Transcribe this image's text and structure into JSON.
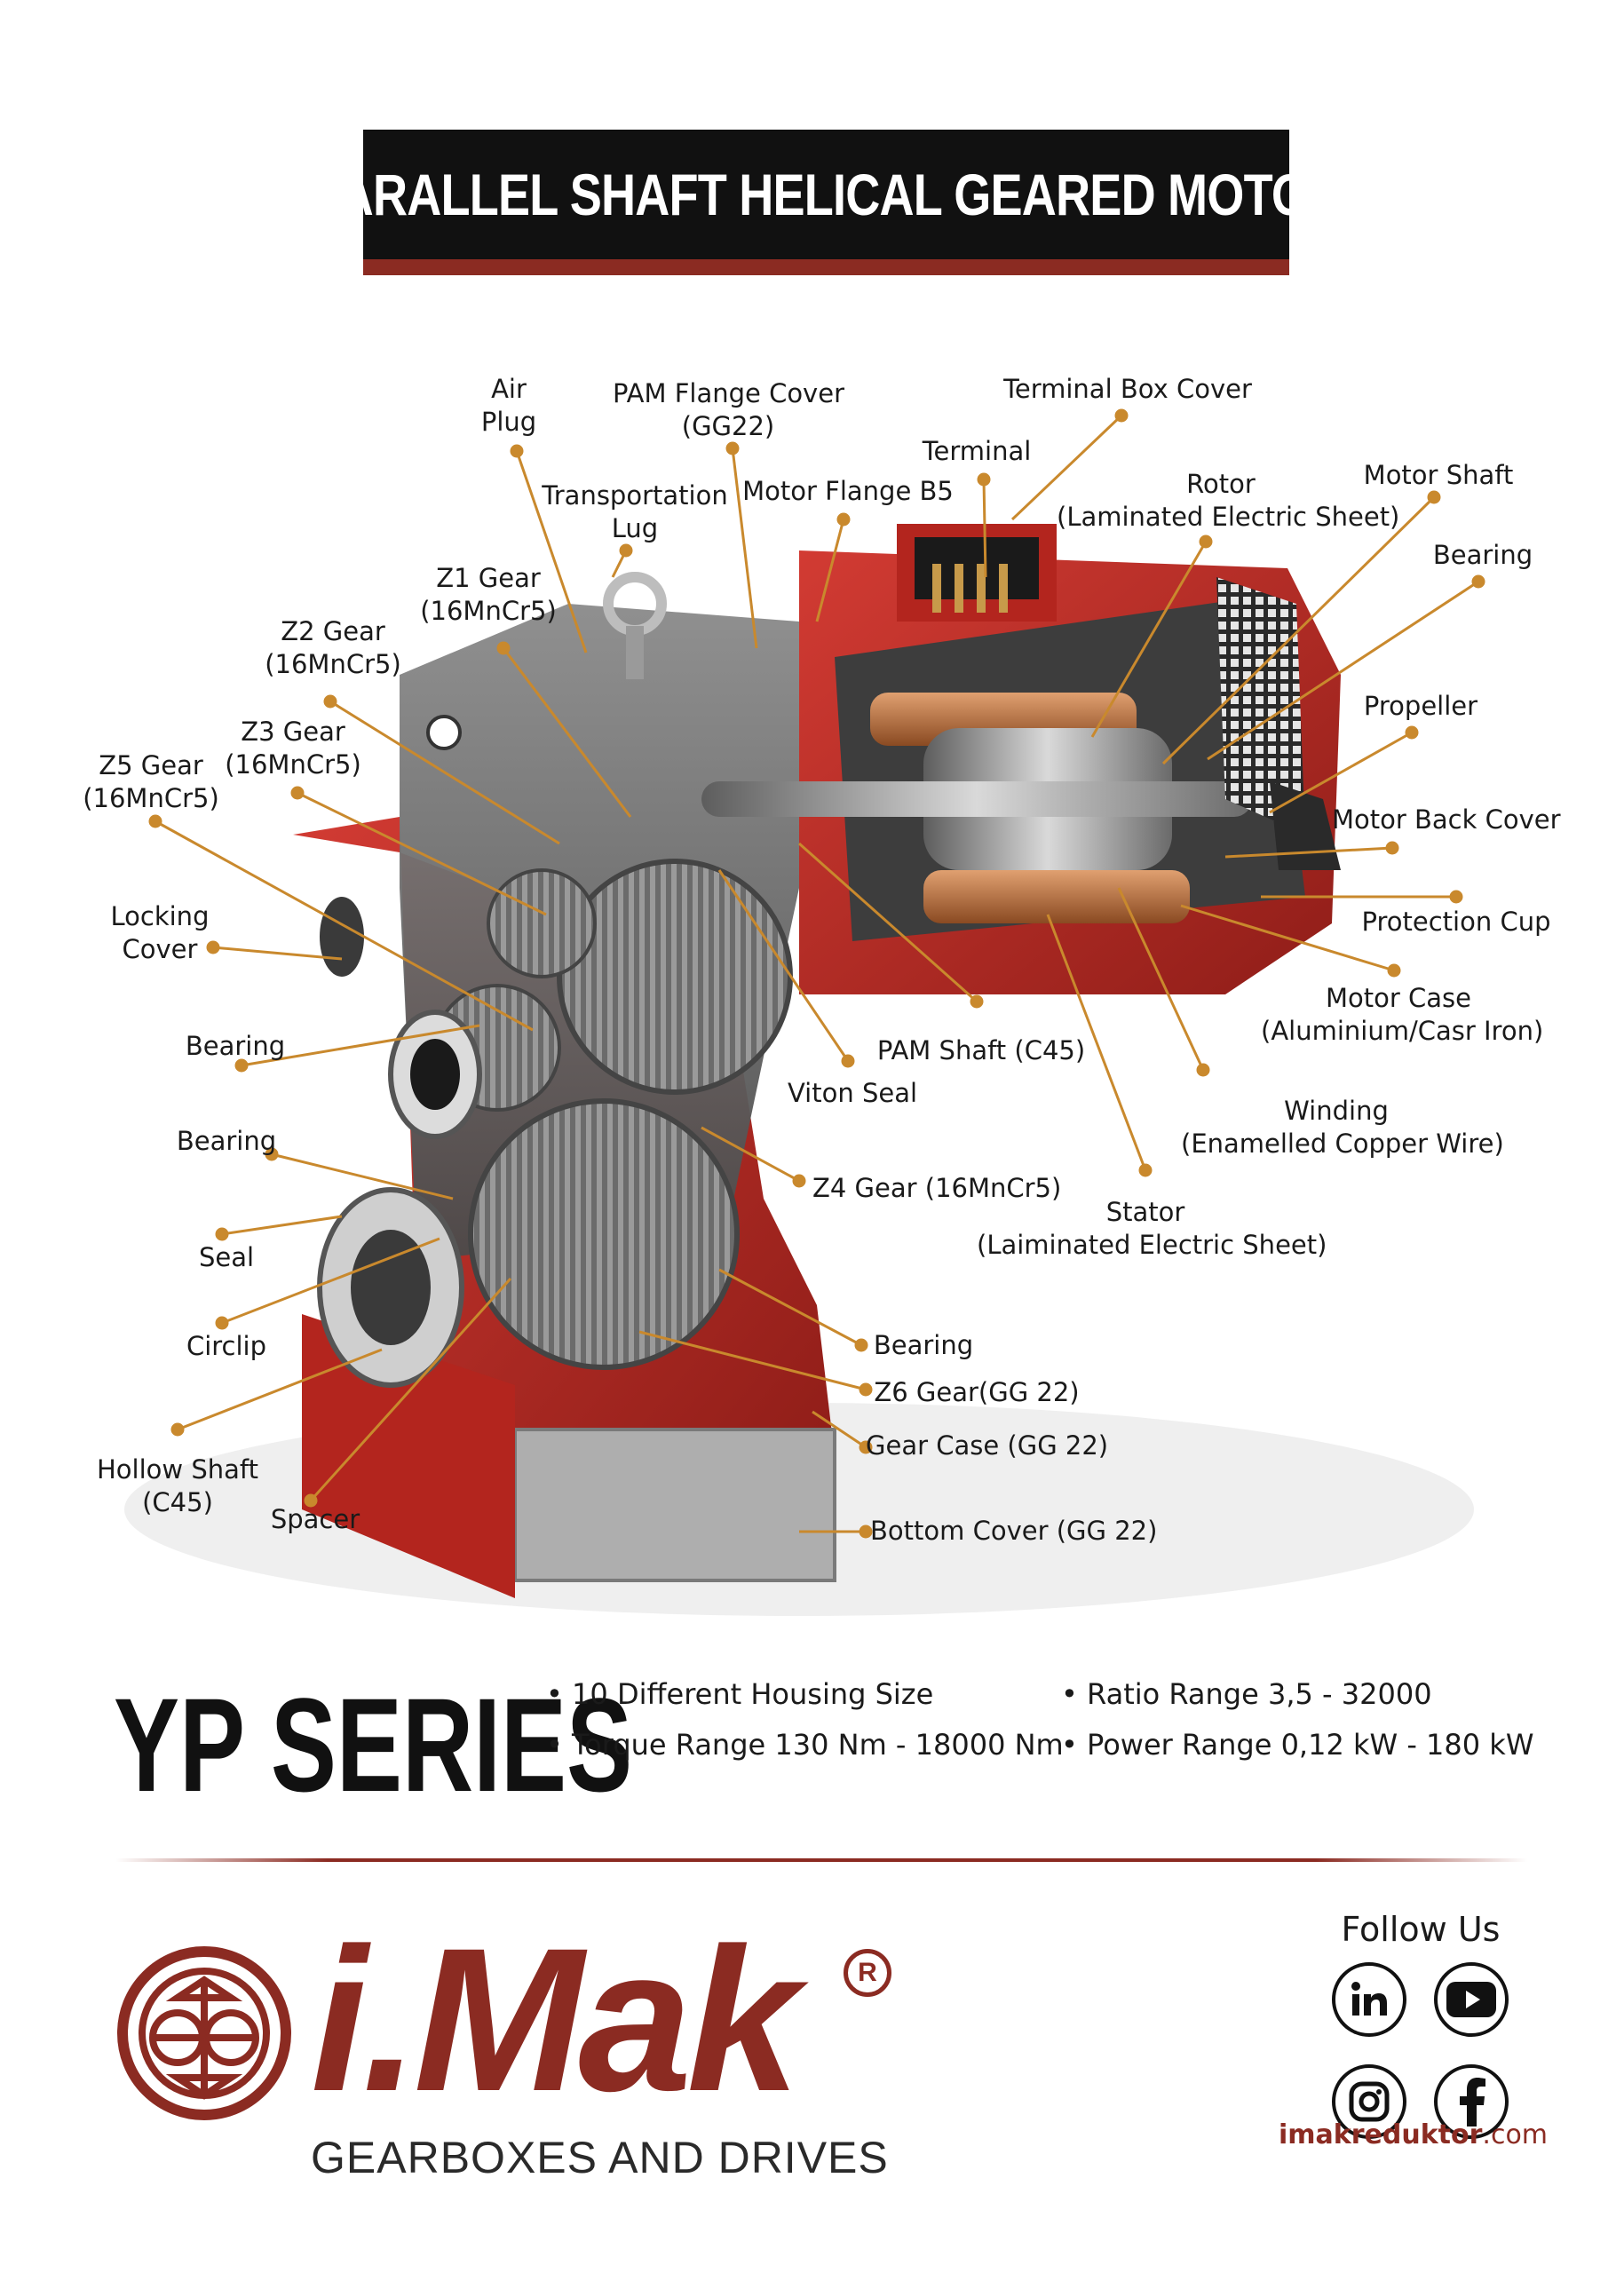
{
  "title": "PARALLEL SHAFT HELICAL GEARED MOTOR",
  "labels": [
    {
      "id": "air-plug",
      "lines": [
        "Air",
        "Plug"
      ]
    },
    {
      "id": "pam-flange-cover",
      "lines": [
        "PAM Flange Cover",
        "(GG22)"
      ]
    },
    {
      "id": "terminal-box-cover",
      "lines": [
        "Terminal Box Cover"
      ]
    },
    {
      "id": "terminal",
      "lines": [
        "Terminal"
      ]
    },
    {
      "id": "transportation-lug",
      "lines": [
        "Transportation",
        "Lug"
      ]
    },
    {
      "id": "motor-flange-b5",
      "lines": [
        "Motor Flange B5"
      ]
    },
    {
      "id": "rotor",
      "lines": [
        "Rotor",
        "(Laminated Electric Sheet)"
      ]
    },
    {
      "id": "motor-shaft",
      "lines": [
        "Motor Shaft"
      ]
    },
    {
      "id": "bearing-motor",
      "lines": [
        "Bearing"
      ]
    },
    {
      "id": "z1-gear",
      "lines": [
        "Z1 Gear",
        "(16MnCr5)"
      ]
    },
    {
      "id": "z2-gear",
      "lines": [
        "Z2 Gear",
        "(16MnCr5)"
      ]
    },
    {
      "id": "z3-gear",
      "lines": [
        "Z3 Gear",
        "(16MnCr5)"
      ]
    },
    {
      "id": "z5-gear",
      "lines": [
        "Z5 Gear",
        "(16MnCr5)"
      ]
    },
    {
      "id": "propeller",
      "lines": [
        "Propeller"
      ]
    },
    {
      "id": "motor-back-cover",
      "lines": [
        "Motor Back Cover"
      ]
    },
    {
      "id": "protection-cup",
      "lines": [
        "Protection Cup"
      ]
    },
    {
      "id": "locking-cover",
      "lines": [
        "Locking",
        "Cover"
      ]
    },
    {
      "id": "motor-case",
      "lines": [
        "Motor Case",
        "(Aluminium/Casr Iron)"
      ]
    },
    {
      "id": "bearing-left-1",
      "lines": [
        "Bearing"
      ]
    },
    {
      "id": "pam-shaft",
      "lines": [
        "PAM Shaft (C45)"
      ]
    },
    {
      "id": "viton-seal",
      "lines": [
        "Viton Seal"
      ]
    },
    {
      "id": "winding",
      "lines": [
        "Winding",
        "(Enamelled Copper Wire)"
      ]
    },
    {
      "id": "bearing-left-2",
      "lines": [
        "Bearing"
      ]
    },
    {
      "id": "z4-gear",
      "lines": [
        "Z4 Gear (16MnCr5)"
      ]
    },
    {
      "id": "stator",
      "lines": [
        "Stator",
        "(Laiminated Electric Sheet)"
      ]
    },
    {
      "id": "seal",
      "lines": [
        "Seal"
      ]
    },
    {
      "id": "bearing-bottom",
      "lines": [
        "Bearing"
      ]
    },
    {
      "id": "circlip",
      "lines": [
        "Circlip"
      ]
    },
    {
      "id": "z6-gear",
      "lines": [
        "Z6 Gear(GG 22)"
      ]
    },
    {
      "id": "gear-case",
      "lines": [
        "Gear Case (GG 22)"
      ]
    },
    {
      "id": "hollow-shaft",
      "lines": [
        "Hollow Shaft",
        "(C45)"
      ]
    },
    {
      "id": "spacer",
      "lines": [
        "Spacer"
      ]
    },
    {
      "id": "bottom-cover",
      "lines": [
        "Bottom Cover (GG 22)"
      ]
    }
  ],
  "series": {
    "title": "YP SERIES",
    "specs": [
      "• 10 Different Housing Size",
      "• Ratio Range 3,5 - 32000",
      "• Torque Range 130 Nm - 18000 Nm",
      "• Power Range 0,12 kW - 180 kW"
    ]
  },
  "brand": {
    "name": "i.Mak",
    "registered": "R",
    "tagline": "GEARBOXES AND DRIVES",
    "accent_color": "#8b2b22"
  },
  "social": {
    "heading": "Follow Us",
    "icons": [
      "linkedin-icon",
      "youtube-icon",
      "instagram-icon",
      "facebook-icon"
    ],
    "website_bold": "imakreduktor",
    "website_rest": ".com"
  }
}
